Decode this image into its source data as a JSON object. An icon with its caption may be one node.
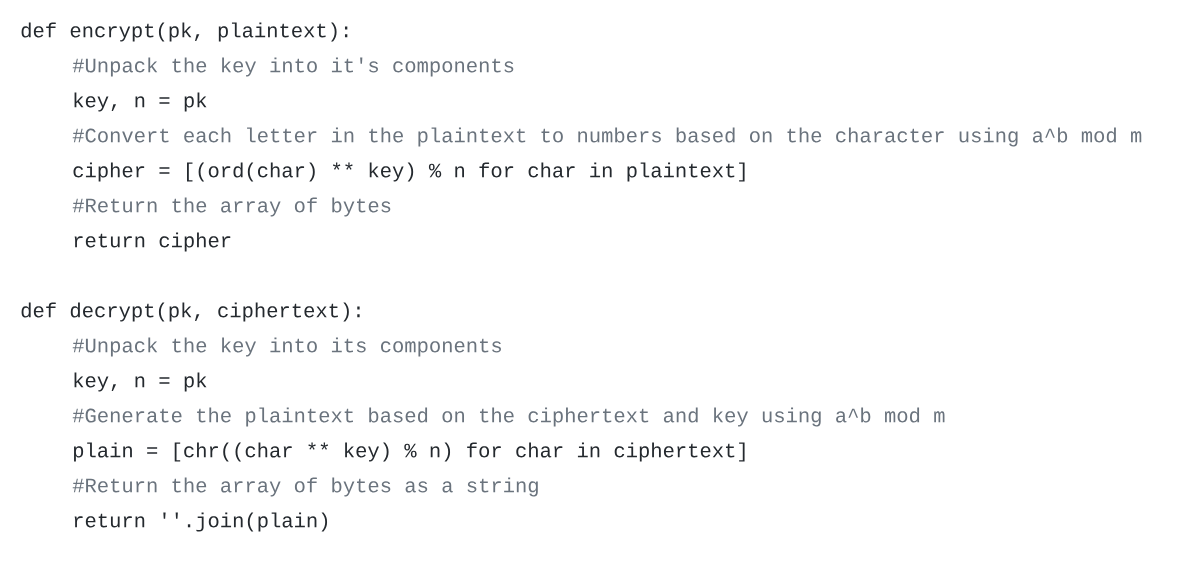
{
  "diagram": {
    "labels": [
      "def encrypt(pk, plaintext):",
      "#Unpack the key into it's components",
      "key, n = pk",
      "#Convert each letter in the plaintext to numbers based on the character using a^b mod m",
      "cipher = [(ord(char) ** key) % n for char in plaintext]",
      "#Return the array of bytes",
      "return cipher",
      "def decrypt(pk, ciphertext):",
      "#Unpack the key into its components",
      "key, n = pk",
      "#Generate the plaintext based on the ciphertext and key using a^b mod m",
      "plain = [chr((char ** key) % n) for char in ciphertext]",
      "#Return the array of bytes as a string",
      "return ''.join(plain)"
    ]
  }
}
